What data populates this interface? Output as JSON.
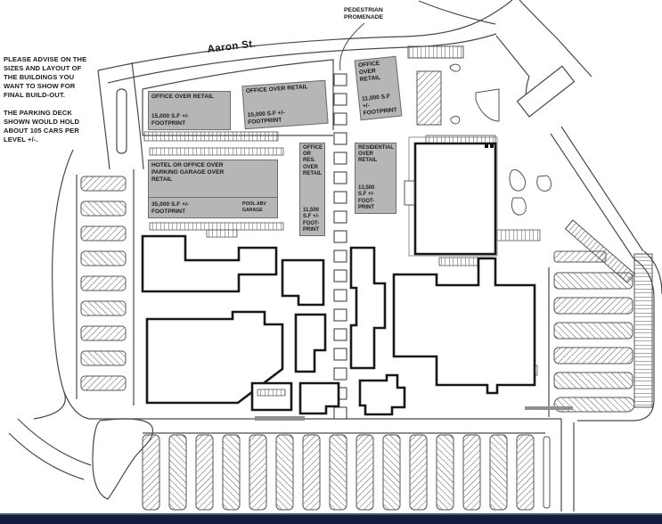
{
  "plan_title": "Shopping center site plan sketch",
  "notes": {
    "advisory": "PLEASE ADVISE ON THE\nSIZES AND LAYOUT OF\nTHE BUILDINGS YOU\nWANT TO SHOW FOR\nFINAL BUILD-OUT.\n\nTHE PARKING DECK\nSHOWN WOULD HOLD\nABOUT 105 CARS PER\nLEVEL +/-."
  },
  "labels": {
    "street": "Aaron St.",
    "promenade": "PEDESTRIAN\nPROMENADE",
    "pool": "POOL ABV\nGARAGE"
  },
  "buildings": [
    {
      "title": "OFFICE OVER RETAIL",
      "size": "15,000 S.F +/-\nFOOTPRINT"
    },
    {
      "title": "OFFICE OVER RETAIL",
      "size": "15,000 S.F +/-\nFOOTPRINT"
    },
    {
      "title": "OFFICE\nOVER RETAIL",
      "size": "11,000 S.F +/-\nFOOTPRINT"
    },
    {
      "title": "HOTEL OR OFFICE OVER\nPARKING GARAGE OVER\nRETAIL",
      "size": "35,000 S.F +/-\nFOOTPRINT"
    },
    {
      "title": "OFFICE\nOR\nRES.\nOVER\nRETAIL",
      "size": "11,500\nS.F +/-\nFOOT-\nPRINT"
    },
    {
      "title": "RESIDENTIAL\nOVER\nRETAIL",
      "size": "13,500\nS.F +/-\nFOOT-\nPRINT"
    }
  ],
  "colors": {
    "proposed_building_fill": "#b6b6b6",
    "proposed_building_border": "#6d6d6d",
    "linework": "#4a4a4a",
    "existing_building_outline": "#181818",
    "footer_bar": "#131e36",
    "footer_line": "#3c5886"
  }
}
